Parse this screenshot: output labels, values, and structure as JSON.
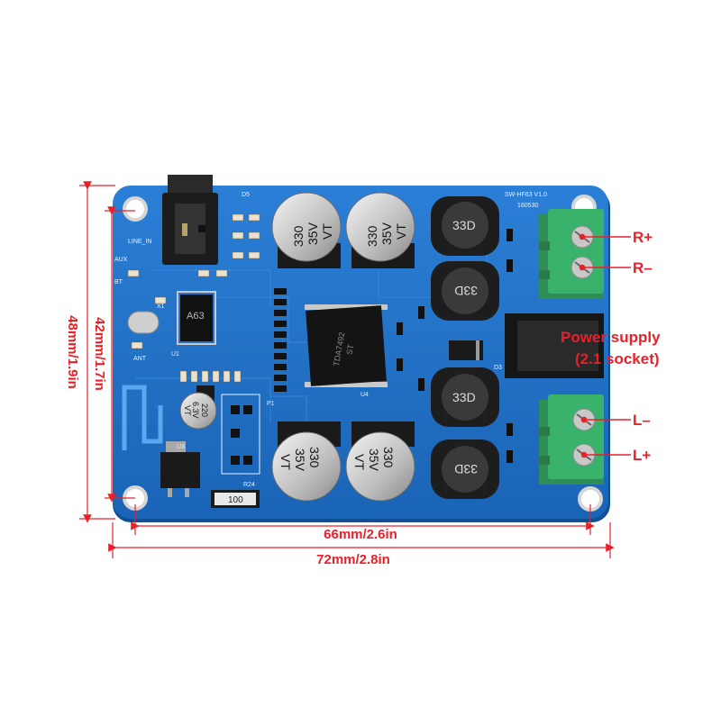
{
  "labels": {
    "r_plus": "R+",
    "r_minus": "R–",
    "power_line1": "Power supply",
    "power_line2": "(2.1 socket)",
    "l_minus": "L–",
    "l_plus": "L+"
  },
  "dimensions": {
    "height_outer": "48mm/1.9in",
    "height_inner": "42mm/1.7in",
    "width_inner": "66mm/2.6in",
    "width_outer": "72mm/2.8in"
  },
  "silkscreen": {
    "model": "SW-HF63 V1.0",
    "date": "160530",
    "line_in": "LINE_IN",
    "aux": "AUX",
    "bt": "BT",
    "ant": "ANT",
    "chip_a63": "A63",
    "u1": "U1",
    "u3": "U3",
    "u4": "U4",
    "x1": "X1",
    "d5": "D5",
    "d3": "D3",
    "p1": "P1",
    "r24": "R24",
    "r24_value": "100",
    "amp_line1": "TDA7492",
    "amp_line2": "ST"
  },
  "capacitors": {
    "top_left": [
      "330",
      "35V",
      "VT"
    ],
    "top_right": [
      "330",
      "35V",
      "VT"
    ],
    "bottom_left": [
      "330",
      "35V",
      "VT"
    ],
    "bottom_right": [
      "330",
      "35V",
      "VT"
    ],
    "small": [
      "220",
      "6.3V",
      "VT"
    ]
  },
  "inductor_label": "33D",
  "colors": {
    "board": "#1e73c9",
    "terminal": "#39b36b",
    "annotation": "#e8202a"
  }
}
